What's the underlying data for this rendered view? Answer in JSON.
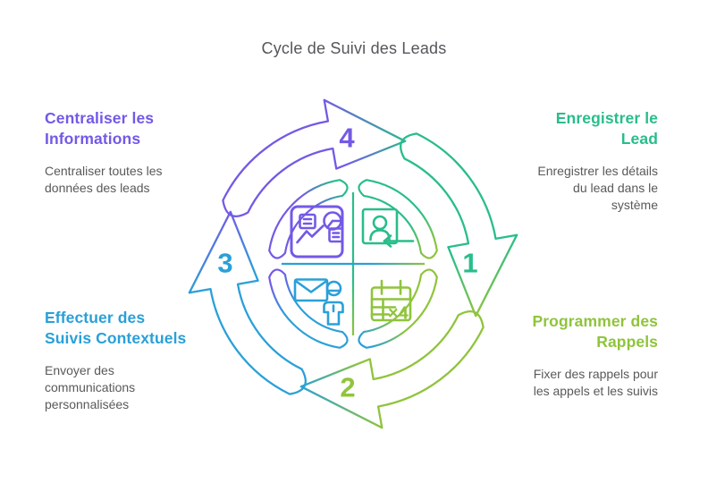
{
  "title": "Cycle de Suivi des Leads",
  "colors": {
    "purple": "#7459e6",
    "green": "#29bd8b",
    "blue": "#2aa0d8",
    "yellow_green": "#8fc43c",
    "text_gray": "#58595b",
    "title_gray": "#55565a"
  },
  "steps": [
    {
      "number": "1",
      "heading": "Enregistrer le Lead",
      "body": "Enregistrer les détails du lead dans le système",
      "color_key": "green",
      "position": "top-right"
    },
    {
      "number": "2",
      "heading": "Programmer des Rappels",
      "body": "Fixer des rappels pour les appels et les suivis",
      "color_key": "yellow_green",
      "position": "bottom-right"
    },
    {
      "number": "3",
      "heading": "Effectuer des Suivis Contextuels",
      "body": "Envoyer des communications personnalisées",
      "color_key": "blue",
      "position": "bottom-left"
    },
    {
      "number": "4",
      "heading": "Centraliser les Informations",
      "body": "Centraliser toutes les données des leads",
      "color_key": "purple",
      "position": "top-left"
    }
  ],
  "icons": [
    {
      "name": "dashboard-report-icon",
      "quadrant": "top-left",
      "color_key": "purple",
      "label": ""
    },
    {
      "name": "register-lead-icon",
      "quadrant": "top-right",
      "color_key": "green",
      "label": ""
    },
    {
      "name": "communication-icon",
      "quadrant": "bottom-left",
      "color_key": "blue",
      "label": ""
    },
    {
      "name": "schedule-x4-icon",
      "quadrant": "bottom-right",
      "color_key": "yellow_green",
      "label": "×4"
    }
  ]
}
